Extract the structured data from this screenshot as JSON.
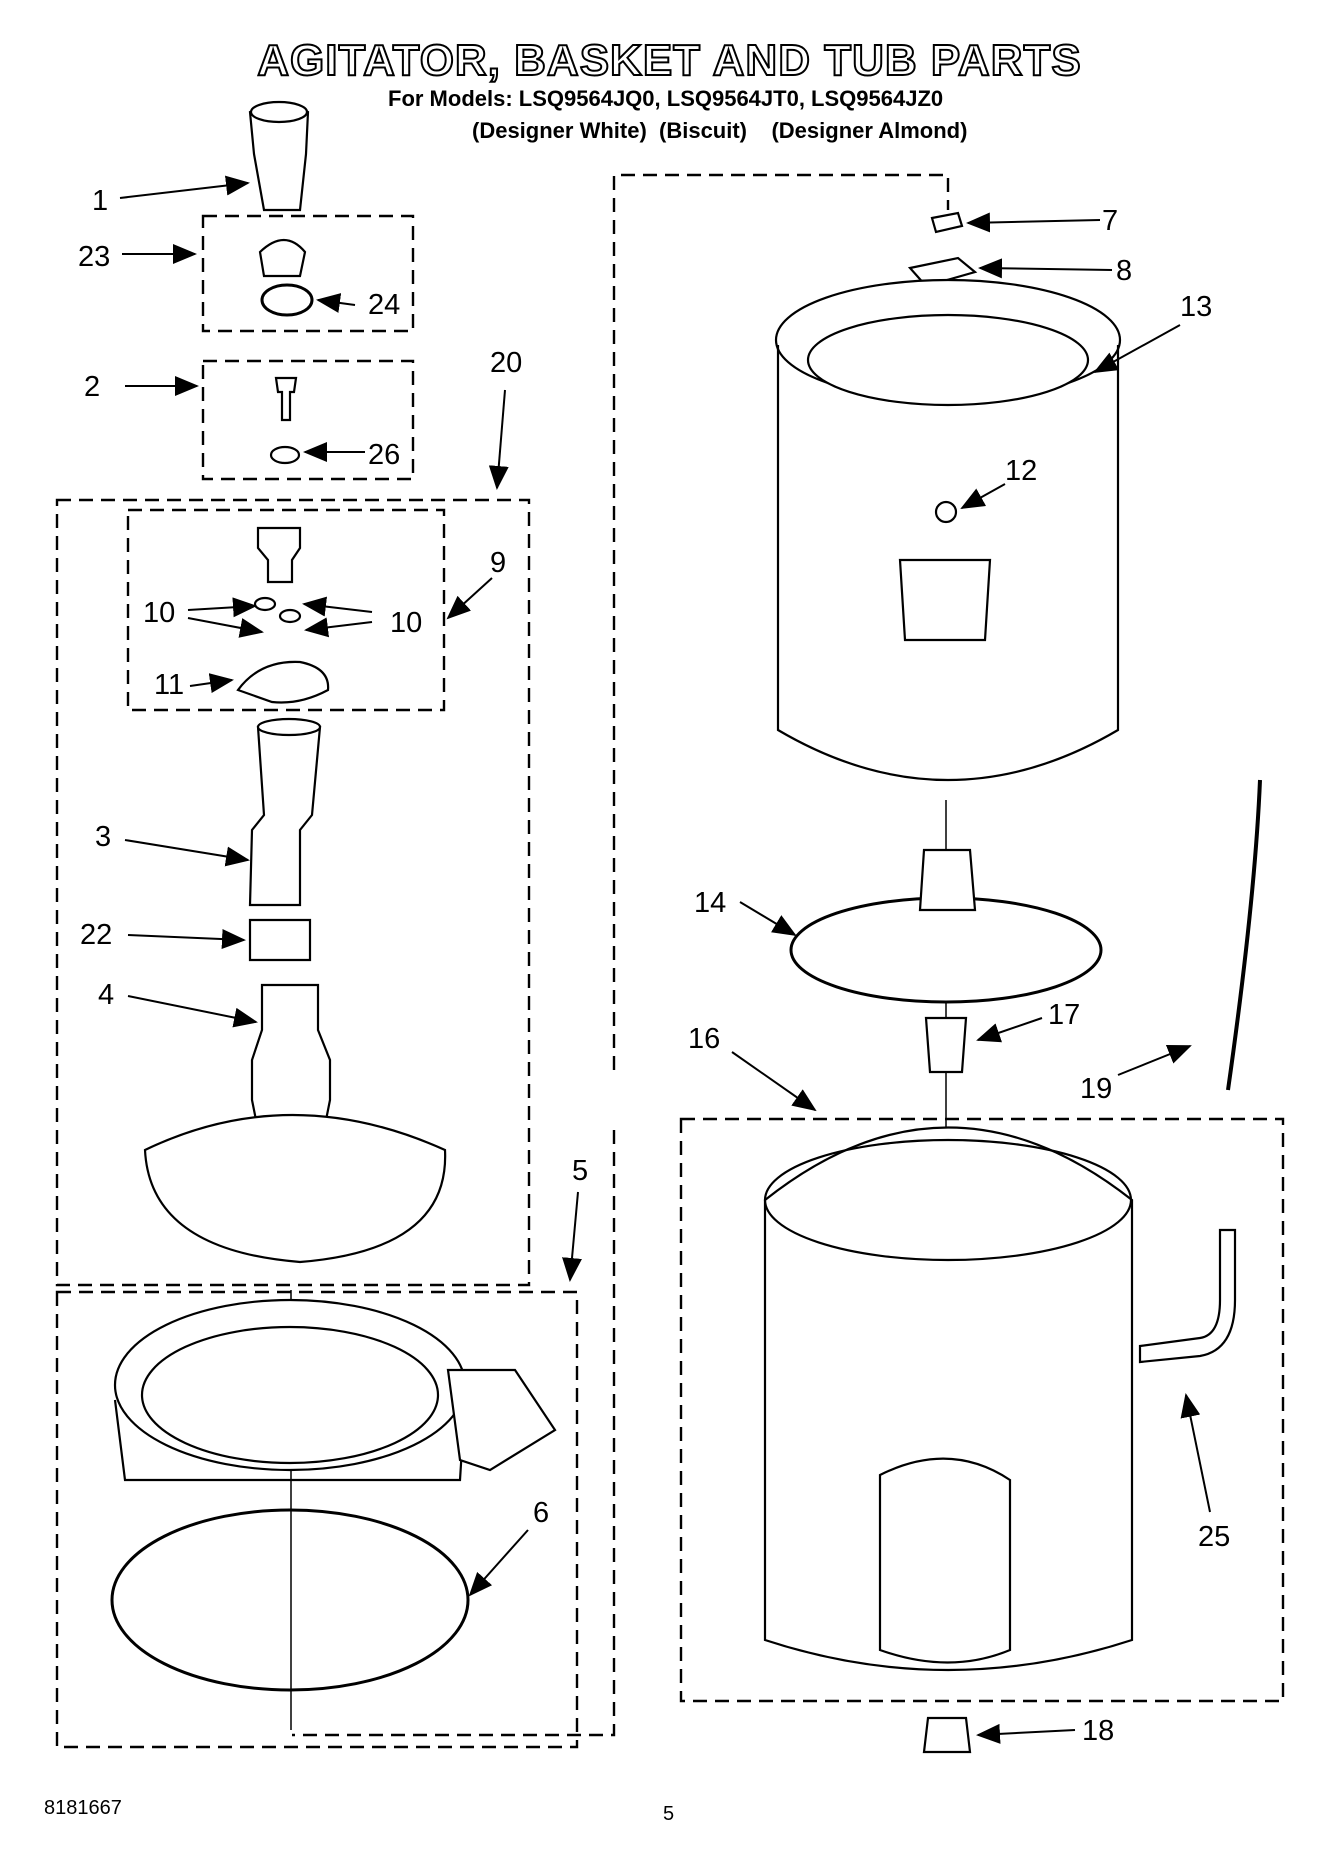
{
  "header": {
    "title": "AGITATOR, BASKET AND TUB PARTS",
    "models_line": "For Models: LSQ9564JQ0, LSQ9564JT0, LSQ9564JZ0",
    "colors_line": "(Designer White)  (Biscuit)    (Designer Almond)"
  },
  "callouts": {
    "c1": "1",
    "c2": "2",
    "c3": "3",
    "c4": "4",
    "c5": "5",
    "c6": "6",
    "c7": "7",
    "c8": "8",
    "c9": "9",
    "c10a": "10",
    "c10b": "10",
    "c11": "11",
    "c12": "12",
    "c13": "13",
    "c14": "14",
    "c16": "16",
    "c17": "17",
    "c18": "18",
    "c19": "19",
    "c20": "20",
    "c22": "22",
    "c23": "23",
    "c24": "24",
    "c25": "25",
    "c26": "26"
  },
  "footer": {
    "doc_number": "8181667",
    "page_number": "5"
  }
}
